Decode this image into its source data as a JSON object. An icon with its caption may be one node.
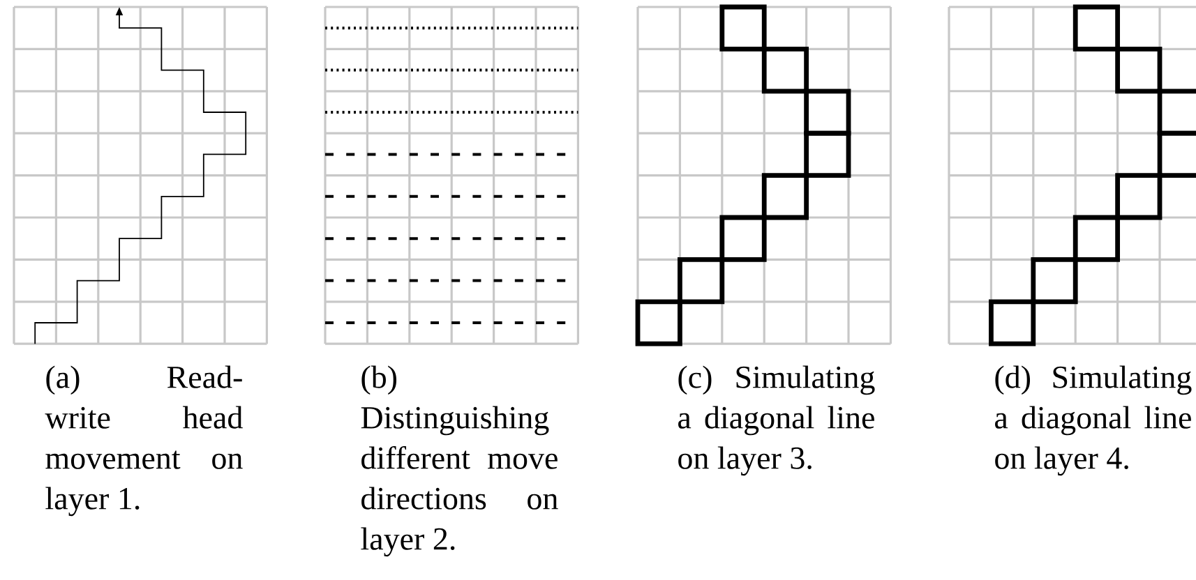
{
  "diagram": {
    "labels": [
      "(a) Read-write head movement on layer 1.",
      "(b) Distinguishing different move directions on layer 2.",
      "(c) Simulating a diagonal line on layer 3.",
      "(d) Simulating a diagonal line on layer 4."
    ]
  }
}
